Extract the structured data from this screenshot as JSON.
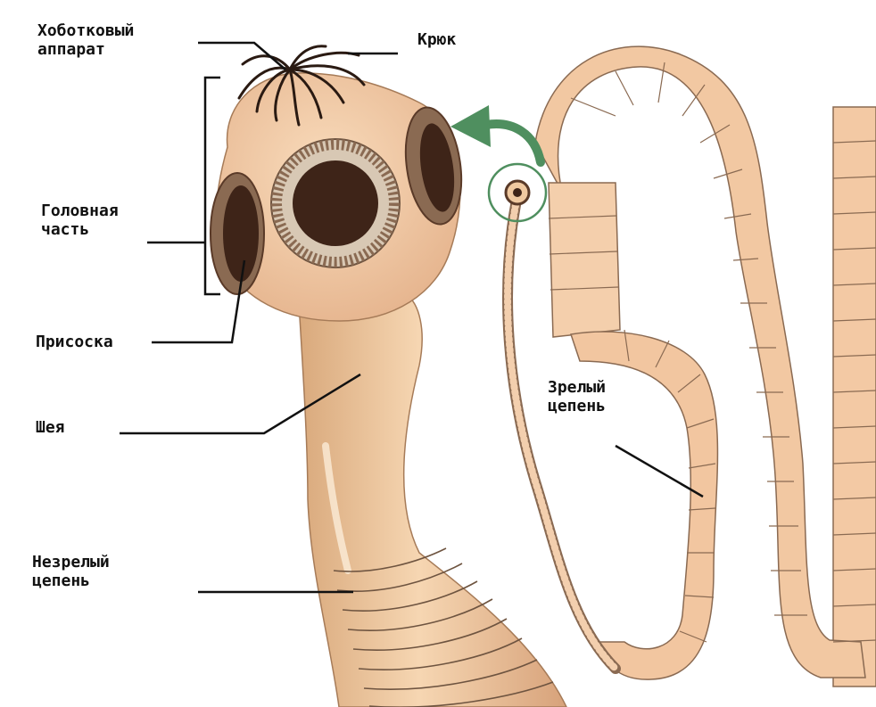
{
  "labels": {
    "proboscis_line1": "Хоботковый",
    "proboscis_line2": "аппарат",
    "hook": "Крюк",
    "head_line1": "Головная",
    "head_line2": "часть",
    "sucker": "Присоска",
    "neck": "Шея",
    "mature_line1": "Зрелый",
    "mature_line2": "цепень",
    "immature_line1": "Незрелый",
    "immature_line2": "цепень"
  },
  "colors": {
    "body": "#f0c9a0",
    "segment_light": "#f6d2b0",
    "segment_dark": "#eaa97a",
    "segment_line": "#8a6a52",
    "sucker_dark": "#3e2418",
    "arrow": "#4f8f5f",
    "leader_line": "#111111"
  }
}
